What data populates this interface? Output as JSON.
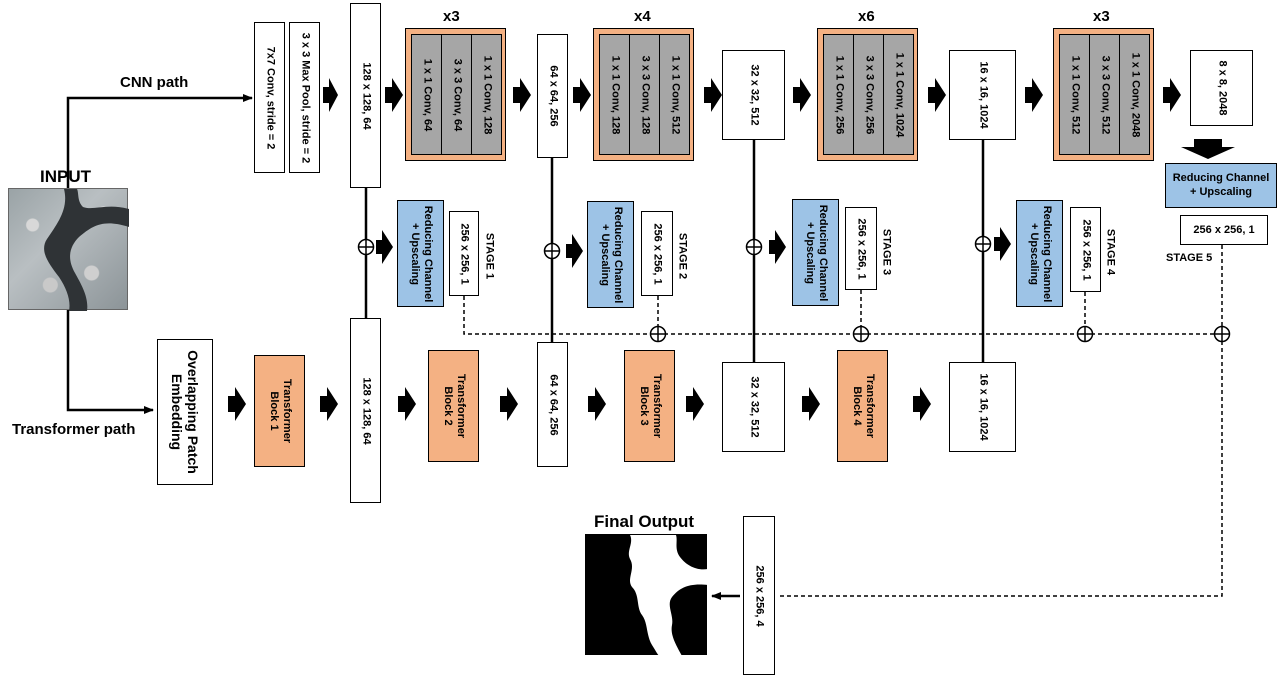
{
  "labels": {
    "input": "INPUT",
    "cnn_path": "CNN path",
    "transformer_path": "Transformer path",
    "final_output": "Final Output"
  },
  "stem": {
    "conv": "7x7 Conv, stride = 2",
    "pool": "3 x 3 Max Pool, stride = 2"
  },
  "embedding": "Overlapping Patch\nEmbedding",
  "cnn_features": [
    "128 x 128, 64",
    "64 x 64, 256",
    "32 x 32, 512",
    "16 x 16, 1024",
    "8 x 8, 2048"
  ],
  "transformer_features": [
    "128 x 128, 64",
    "64 x 64, 256",
    "32 x 32, 512",
    "16 x 16, 1024"
  ],
  "repeats": [
    "x3",
    "x4",
    "x6",
    "x3"
  ],
  "bottlenecks": [
    [
      "1 x 1 Conv, 64",
      "3 x 3 Conv, 64",
      "1 x 1 Conv, 128"
    ],
    [
      "1 x 1 Conv, 128",
      "3 x 3 Conv, 128",
      "1 x 1 Conv, 512"
    ],
    [
      "1 x 1 Conv, 256",
      "3 x 3 Conv, 256",
      "1 x 1 Conv, 1024"
    ],
    [
      "1 x 1 Conv, 512",
      "3 x 3 Conv, 512",
      "1 x 1 Conv, 2048"
    ]
  ],
  "transformer_blocks": [
    "Transformer\nBlock 1",
    "Transformer\nBlock 2",
    "Transformer\nBlock 3",
    "Transformer\nBlock 4"
  ],
  "reducing": "Reducing Channel\n+ Upscaling",
  "stage_output": "256 x 256, 1",
  "stages": [
    "STAGE 1",
    "STAGE 2",
    "STAGE 3",
    "STAGE 4",
    "STAGE 5"
  ],
  "final_feature": "256 x 256, 4",
  "colors": {
    "orange": "#f4b183",
    "blue": "#9dc3e6",
    "grey": "#a6a6a6"
  }
}
